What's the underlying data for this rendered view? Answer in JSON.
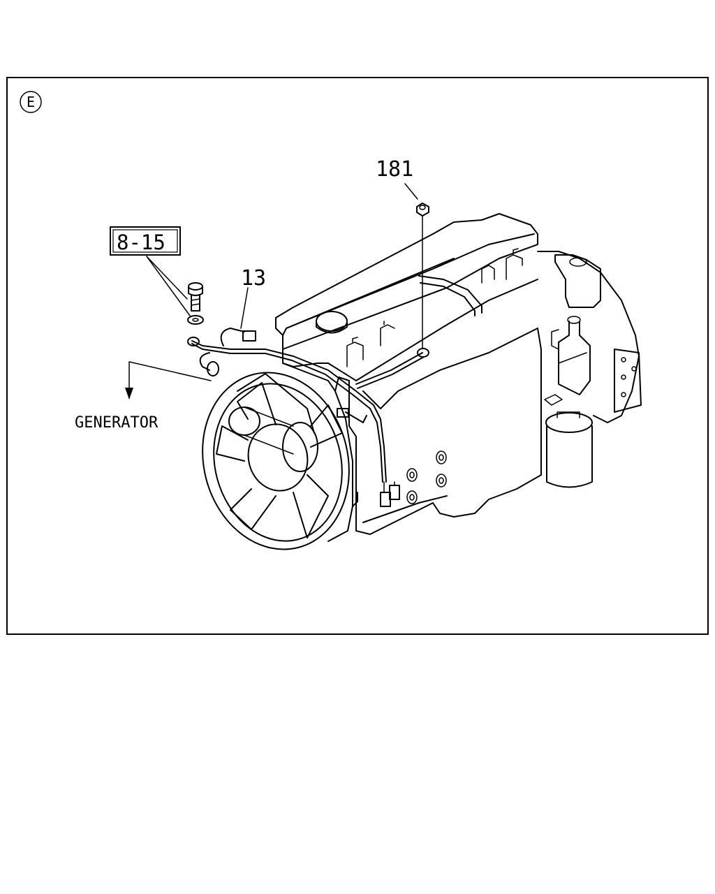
{
  "section_marker": "E",
  "callouts": {
    "nut": "181",
    "harness": "13",
    "bolt_ref": "8-15",
    "generator": "GENERATOR"
  },
  "colors": {
    "ink": "#000000",
    "background": "#ffffff"
  }
}
